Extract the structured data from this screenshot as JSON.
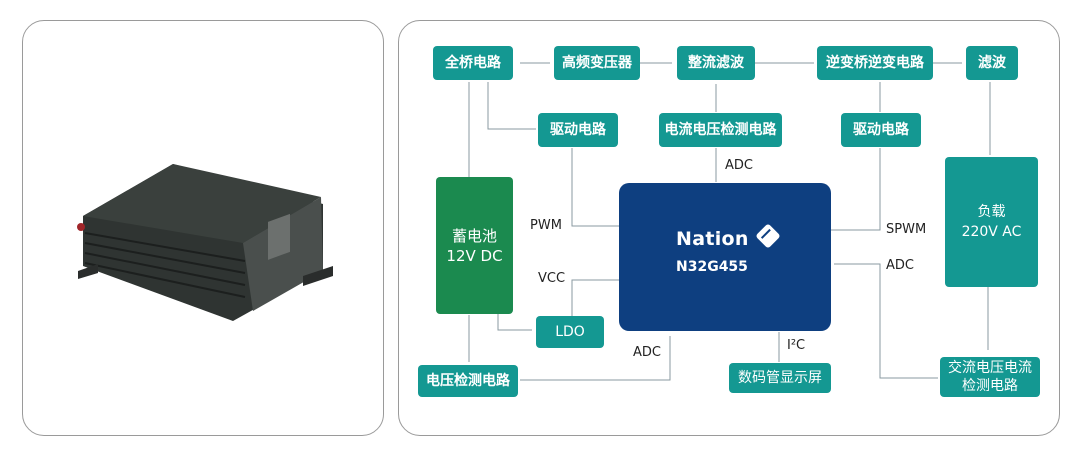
{
  "product": {
    "image_alt": "inverter-device"
  },
  "blocks": {
    "full_bridge": "全桥电路",
    "hf_transformer": "高频变压器",
    "rectify_filter": "整流滤波",
    "inverter_bridge": "逆变桥逆变电路",
    "filter": "滤波",
    "driver_left": "驱动电路",
    "current_voltage_detect": "电流电压检测电路",
    "driver_right": "驱动电路",
    "battery": "蓄电池\n12V DC",
    "load": "负载\n220V AC",
    "ldo": "LDO",
    "voltage_detect": "电压检测电路",
    "display": "数码管显示屏",
    "ac_detect": "交流电压电流\n检测电路"
  },
  "mcu": {
    "brand": "Nation",
    "model": "N32G455"
  },
  "signals": {
    "adc_top": "ADC",
    "pwm": "PWM",
    "vcc": "VCC",
    "adc_bottom": "ADC",
    "i2c": "I²C",
    "spwm": "SPWM",
    "adc_right": "ADC"
  }
}
